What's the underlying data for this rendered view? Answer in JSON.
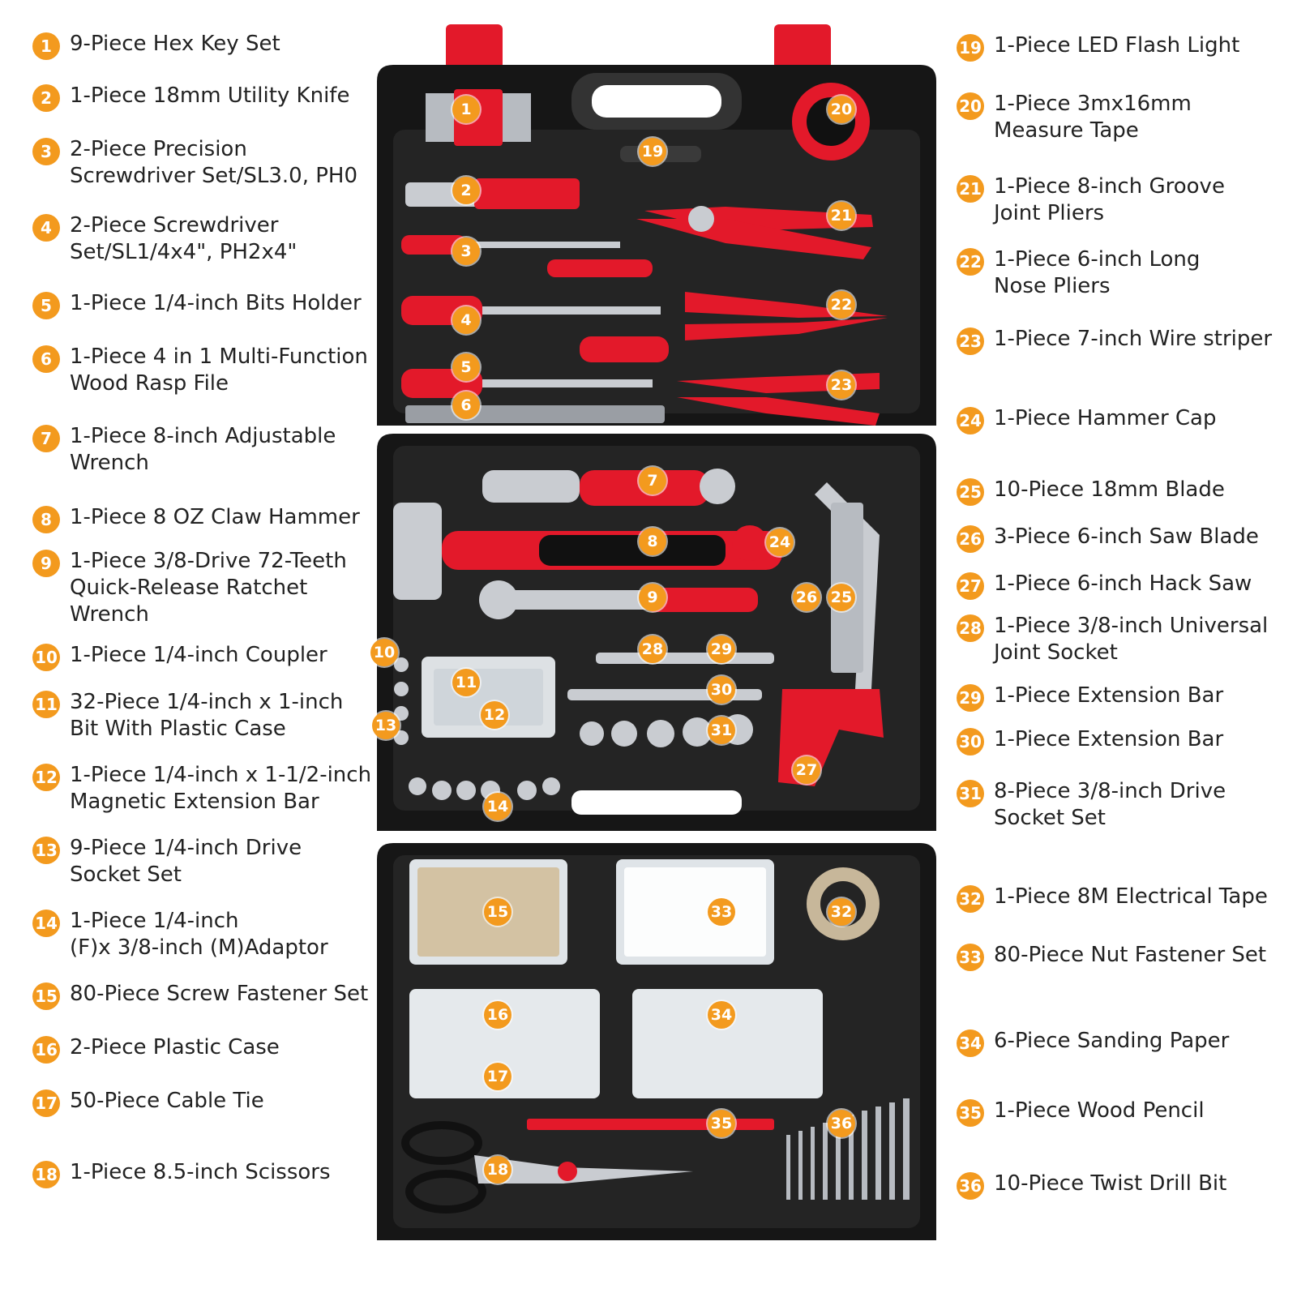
{
  "colors": {
    "badge": "#f39a1e",
    "case": "#161616",
    "tray": "#242424",
    "accent_red": "#e3192a",
    "latch_red": "#e3192a",
    "steel": "#c9ccd1"
  },
  "items": [
    {
      "n": "1",
      "label": "9-Piece Hex Key Set"
    },
    {
      "n": "2",
      "label": "1-Piece 18mm Utility Knife"
    },
    {
      "n": "3",
      "label": "2-Piece Precision\nScrewdriver Set/SL3.0, PH0"
    },
    {
      "n": "4",
      "label": "2-Piece Screwdriver\nSet/SL1/4x4\", PH2x4\""
    },
    {
      "n": "5",
      "label": "1-Piece 1/4-inch Bits Holder"
    },
    {
      "n": "6",
      "label": "1-Piece 4 in 1 Multi-Function\nWood Rasp File"
    },
    {
      "n": "7",
      "label": "1-Piece 8-inch Adjustable\nWrench"
    },
    {
      "n": "8",
      "label": "1-Piece 8 OZ Claw Hammer"
    },
    {
      "n": "9",
      "label": "1-Piece 3/8-Drive 72-Teeth\nQuick-Release Ratchet\nWrench"
    },
    {
      "n": "10",
      "label": "1-Piece 1/4-inch Coupler"
    },
    {
      "n": "11",
      "label": "32-Piece 1/4-inch x 1-inch\nBit With Plastic Case"
    },
    {
      "n": "12",
      "label": "1-Piece 1/4-inch x 1-1/2-inch\nMagnetic Extension Bar"
    },
    {
      "n": "13",
      "label": "9-Piece 1/4-inch Drive\nSocket Set"
    },
    {
      "n": "14",
      "label": "1-Piece 1/4-inch\n(F)x 3/8-inch (M)Adaptor"
    },
    {
      "n": "15",
      "label": "80-Piece Screw Fastener Set"
    },
    {
      "n": "16",
      "label": "2-Piece Plastic Case"
    },
    {
      "n": "17",
      "label": "50-Piece Cable Tie"
    },
    {
      "n": "18",
      "label": "1-Piece 8.5-inch Scissors"
    },
    {
      "n": "19",
      "label": "1-Piece LED Flash Light"
    },
    {
      "n": "20",
      "label": "1-Piece 3mx16mm\nMeasure Tape"
    },
    {
      "n": "21",
      "label": "1-Piece 8-inch Groove\nJoint Pliers"
    },
    {
      "n": "22",
      "label": "1-Piece 6-inch Long\nNose Pliers"
    },
    {
      "n": "23",
      "label": "1-Piece 7-inch Wire striper"
    },
    {
      "n": "24",
      "label": "1-Piece Hammer Cap"
    },
    {
      "n": "25",
      "label": "10-Piece 18mm Blade"
    },
    {
      "n": "26",
      "label": "3-Piece 6-inch Saw Blade"
    },
    {
      "n": "27",
      "label": "1-Piece 6-inch Hack Saw"
    },
    {
      "n": "28",
      "label": "1-Piece 3/8-inch Universal\nJoint Socket"
    },
    {
      "n": "29",
      "label": "1-Piece Extension Bar"
    },
    {
      "n": "30",
      "label": "1-Piece Extension Bar"
    },
    {
      "n": "31",
      "label": "8-Piece 3/8-inch Drive\nSocket Set"
    },
    {
      "n": "32",
      "label": "1-Piece 8M Electrical Tape"
    },
    {
      "n": "33",
      "label": "80-Piece Nut Fastener Set"
    },
    {
      "n": "34",
      "label": "6-Piece Sanding Paper"
    },
    {
      "n": "35",
      "label": "1-Piece Wood Pencil"
    },
    {
      "n": "36",
      "label": "10-Piece Twist Drill Bit"
    }
  ]
}
